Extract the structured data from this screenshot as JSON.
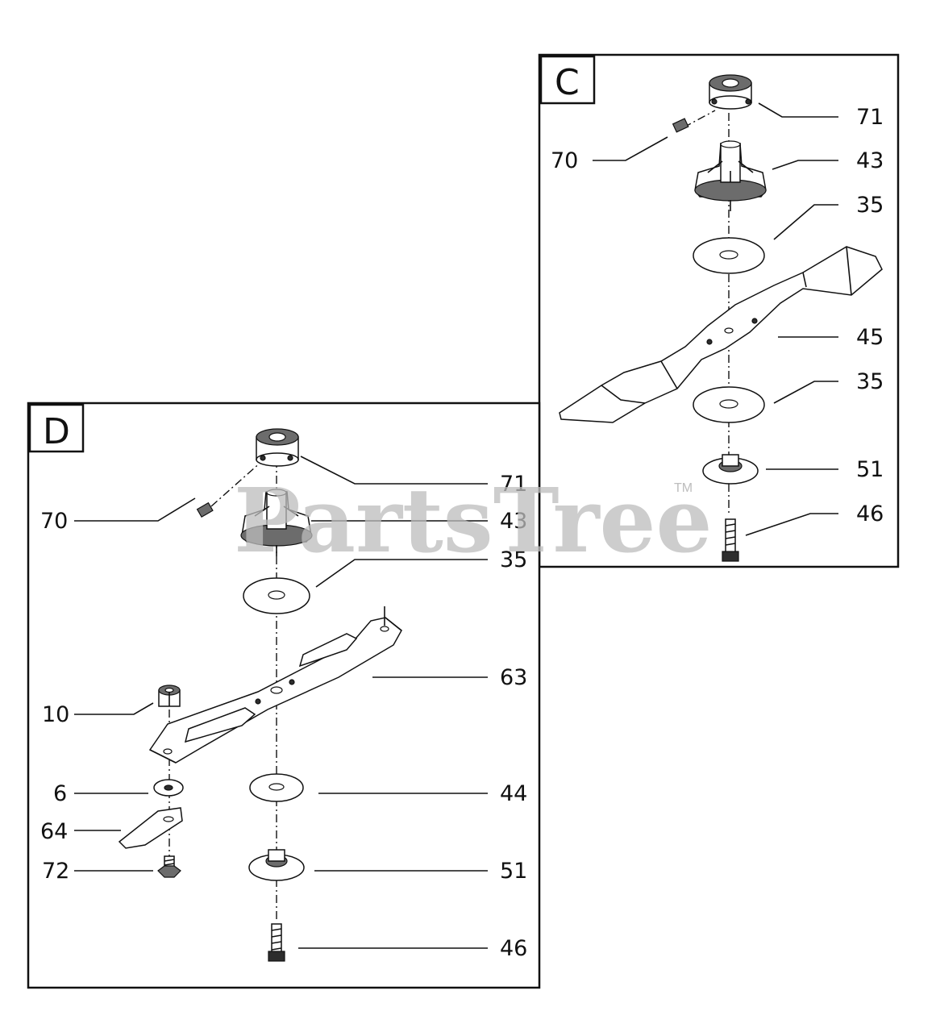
{
  "panels": {
    "c": {
      "letter": "C"
    },
    "d": {
      "letter": "D"
    }
  },
  "callouts": {
    "c": {
      "p71": "71",
      "p70": "70",
      "p43": "43",
      "p35_top": "35",
      "p45": "45",
      "p35_bottom": "35",
      "p51": "51",
      "p46": "46"
    },
    "d": {
      "p71": "71",
      "p70": "70",
      "p43": "43",
      "p35": "35",
      "p63": "63",
      "p10": "10",
      "p6": "6",
      "p44": "44",
      "p64": "64",
      "p72": "72",
      "p51": "51",
      "p46": "46"
    }
  },
  "watermark": {
    "text": "PartsTree",
    "trademark": "TM"
  },
  "colors": {
    "line": "#111111",
    "watermark": "#bdbdbd",
    "background": "#ffffff"
  }
}
